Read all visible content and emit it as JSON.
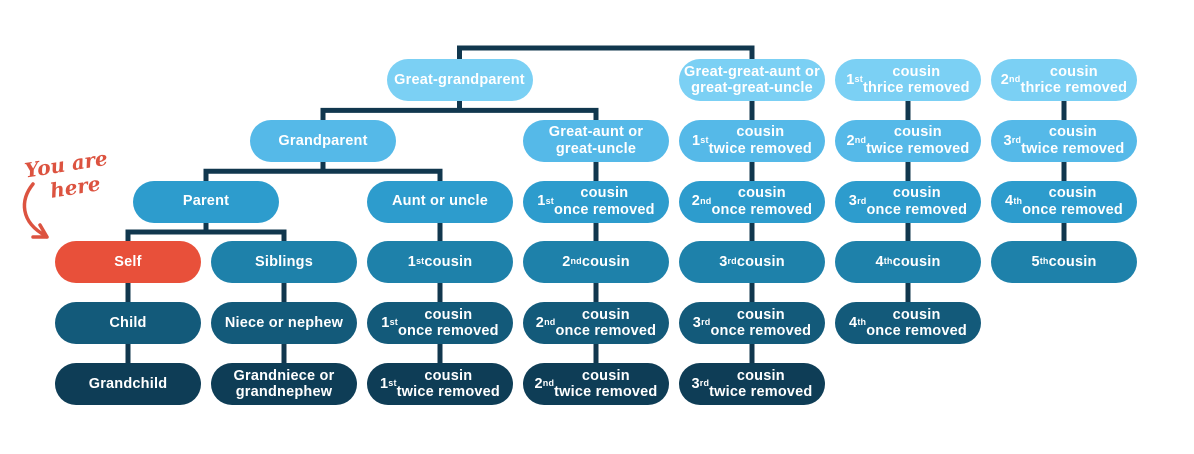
{
  "annotation": {
    "line1": "You are",
    "line2": "here",
    "color": "#dc5340"
  },
  "palette": {
    "background": "#ffffff",
    "text": "#ffffff",
    "connector": "#11374e",
    "self": "#e8503a",
    "generation_rows": [
      "#7bd0f4",
      "#55b9e8",
      "#2d9ccd",
      "#1e81aa",
      "#135a7a",
      "#0e3d56"
    ]
  },
  "diagram": {
    "type": "family-tree",
    "nodes": [
      {
        "id": "great-grandparent",
        "row": 0,
        "col": 2.125,
        "lines": [
          "Great-grandparent"
        ]
      },
      {
        "id": "great-great-aunt-or-uncle",
        "row": 0,
        "col": 4,
        "lines": [
          "Great-great-aunt or",
          "great-great-uncle"
        ]
      },
      {
        "id": "first-cousin-thrice-removed",
        "row": 0,
        "col": 5,
        "lines": [
          "1st cousin",
          "thrice removed"
        ]
      },
      {
        "id": "second-cousin-thrice-removed",
        "row": 0,
        "col": 6,
        "lines": [
          "2nd cousin",
          "thrice removed"
        ]
      },
      {
        "id": "grandparent",
        "row": 1,
        "col": 1.25,
        "lines": [
          "Grandparent"
        ]
      },
      {
        "id": "great-aunt-or-uncle",
        "row": 1,
        "col": 3,
        "lines": [
          "Great-aunt or",
          "great-uncle"
        ]
      },
      {
        "id": "first-cousin-twice-removed-up",
        "row": 1,
        "col": 4,
        "lines": [
          "1st cousin",
          "twice removed"
        ]
      },
      {
        "id": "second-cousin-twice-removed-up",
        "row": 1,
        "col": 5,
        "lines": [
          "2nd cousin",
          "twice removed"
        ]
      },
      {
        "id": "third-cousin-twice-removed-up",
        "row": 1,
        "col": 6,
        "lines": [
          "3rd cousin",
          "twice removed"
        ]
      },
      {
        "id": "parent",
        "row": 2,
        "col": 0.5,
        "lines": [
          "Parent"
        ]
      },
      {
        "id": "aunt-or-uncle",
        "row": 2,
        "col": 2,
        "lines": [
          "Aunt or uncle"
        ]
      },
      {
        "id": "first-cousin-once-removed-up",
        "row": 2,
        "col": 3,
        "lines": [
          "1st cousin",
          "once removed"
        ]
      },
      {
        "id": "second-cousin-once-removed-up",
        "row": 2,
        "col": 4,
        "lines": [
          "2nd cousin",
          "once removed"
        ]
      },
      {
        "id": "third-cousin-once-removed-up",
        "row": 2,
        "col": 5,
        "lines": [
          "3rd cousin",
          "once removed"
        ]
      },
      {
        "id": "fourth-cousin-once-removed-up",
        "row": 2,
        "col": 6,
        "lines": [
          "4th cousin",
          "once removed"
        ]
      },
      {
        "id": "self",
        "row": 3,
        "col": 0,
        "lines": [
          "Self"
        ],
        "variant": "self"
      },
      {
        "id": "siblings",
        "row": 3,
        "col": 1,
        "lines": [
          "Siblings"
        ]
      },
      {
        "id": "first-cousin",
        "row": 3,
        "col": 2,
        "lines": [
          "1st cousin"
        ]
      },
      {
        "id": "second-cousin",
        "row": 3,
        "col": 3,
        "lines": [
          "2nd cousin"
        ]
      },
      {
        "id": "third-cousin",
        "row": 3,
        "col": 4,
        "lines": [
          "3rd cousin"
        ]
      },
      {
        "id": "fourth-cousin",
        "row": 3,
        "col": 5,
        "lines": [
          "4th cousin"
        ]
      },
      {
        "id": "fifth-cousin",
        "row": 3,
        "col": 6,
        "lines": [
          "5th cousin"
        ]
      },
      {
        "id": "child",
        "row": 4,
        "col": 0,
        "lines": [
          "Child"
        ]
      },
      {
        "id": "niece-or-nephew",
        "row": 4,
        "col": 1,
        "lines": [
          "Niece or nephew"
        ]
      },
      {
        "id": "first-cousin-once-removed-down",
        "row": 4,
        "col": 2,
        "lines": [
          "1st cousin",
          "once removed"
        ]
      },
      {
        "id": "second-cousin-once-removed-down",
        "row": 4,
        "col": 3,
        "lines": [
          "2nd cousin",
          "once removed"
        ]
      },
      {
        "id": "third-cousin-once-removed-down",
        "row": 4,
        "col": 4,
        "lines": [
          "3rd cousin",
          "once removed"
        ]
      },
      {
        "id": "fourth-cousin-once-removed-down",
        "row": 4,
        "col": 5,
        "lines": [
          "4th cousin",
          "once removed"
        ]
      },
      {
        "id": "grandchild",
        "row": 5,
        "col": 0,
        "lines": [
          "Grandchild"
        ]
      },
      {
        "id": "grandniece-or-grandnephew",
        "row": 5,
        "col": 1,
        "lines": [
          "Grandniece or",
          "grandnephew"
        ]
      },
      {
        "id": "first-cousin-twice-removed-down",
        "row": 5,
        "col": 2,
        "lines": [
          "1st cousin",
          "twice removed"
        ]
      },
      {
        "id": "second-cousin-twice-removed-down",
        "row": 5,
        "col": 3,
        "lines": [
          "2nd cousin",
          "twice removed"
        ]
      },
      {
        "id": "third-cousin-twice-removed-down",
        "row": 5,
        "col": 4,
        "lines": [
          "3rd cousin",
          "twice removed"
        ]
      }
    ],
    "links": {
      "top_bracket": {
        "left": "great-grandparent",
        "right": "great-great-aunt-or-uncle"
      },
      "parent_brackets": [
        {
          "parent": "great-grandparent",
          "children": [
            "grandparent",
            "great-aunt-or-uncle"
          ]
        },
        {
          "parent": "grandparent",
          "children": [
            "parent",
            "aunt-or-uncle"
          ]
        },
        {
          "parent": "parent",
          "children": [
            "self",
            "siblings"
          ]
        }
      ],
      "column_chains": [
        [
          "self",
          "child",
          "grandchild"
        ],
        [
          "siblings",
          "niece-or-nephew",
          "grandniece-or-grandnephew"
        ],
        [
          "aunt-or-uncle",
          "first-cousin",
          "first-cousin-once-removed-down",
          "first-cousin-twice-removed-down"
        ],
        [
          "great-aunt-or-uncle",
          "first-cousin-once-removed-up",
          "second-cousin",
          "second-cousin-once-removed-down",
          "second-cousin-twice-removed-down"
        ],
        [
          "great-great-aunt-or-uncle",
          "first-cousin-twice-removed-up",
          "second-cousin-once-removed-up",
          "third-cousin",
          "third-cousin-once-removed-down",
          "third-cousin-twice-removed-down"
        ],
        [
          "first-cousin-thrice-removed",
          "second-cousin-twice-removed-up",
          "third-cousin-once-removed-up",
          "fourth-cousin",
          "fourth-cousin-once-removed-down"
        ],
        [
          "second-cousin-thrice-removed",
          "third-cousin-twice-removed-up",
          "fourth-cousin-once-removed-up",
          "fifth-cousin"
        ]
      ]
    }
  }
}
